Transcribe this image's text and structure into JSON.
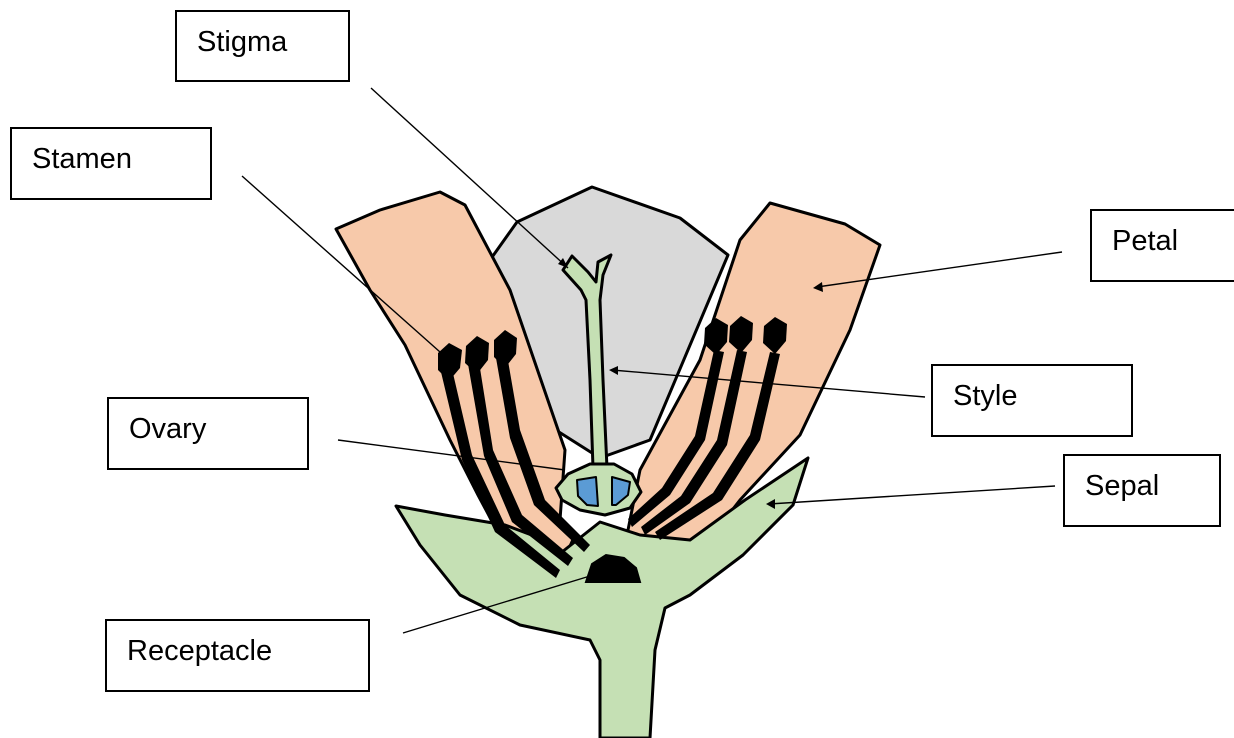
{
  "labels": {
    "stigma": "Stigma",
    "stamen": "Stamen",
    "petal": "Petal",
    "style": "Style",
    "ovary": "Ovary",
    "sepal": "Sepal",
    "receptacle": "Receptacle"
  },
  "colors": {
    "petal": "#f7c9aa",
    "inner_petal": "#d9d9d9",
    "pistil": "#c5e0b4",
    "ovule": "#5b9bd5",
    "sepal": "#c5e0b4",
    "stamen": "#000000",
    "outline": "#000000",
    "background": "#ffffff"
  }
}
